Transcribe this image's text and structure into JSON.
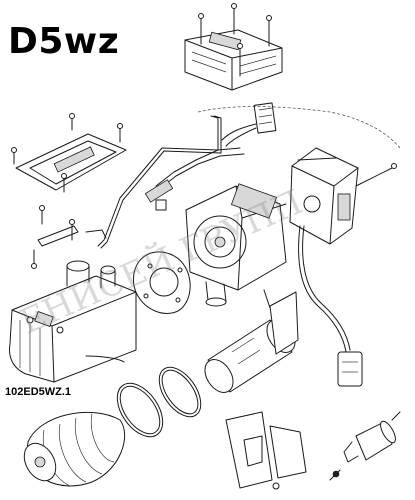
{
  "diagram": {
    "model_title": "D5wz",
    "reference_code": "102ED5WZ.1",
    "watermark_text": "ЕНИСЕЙ ГРУПП"
  }
}
